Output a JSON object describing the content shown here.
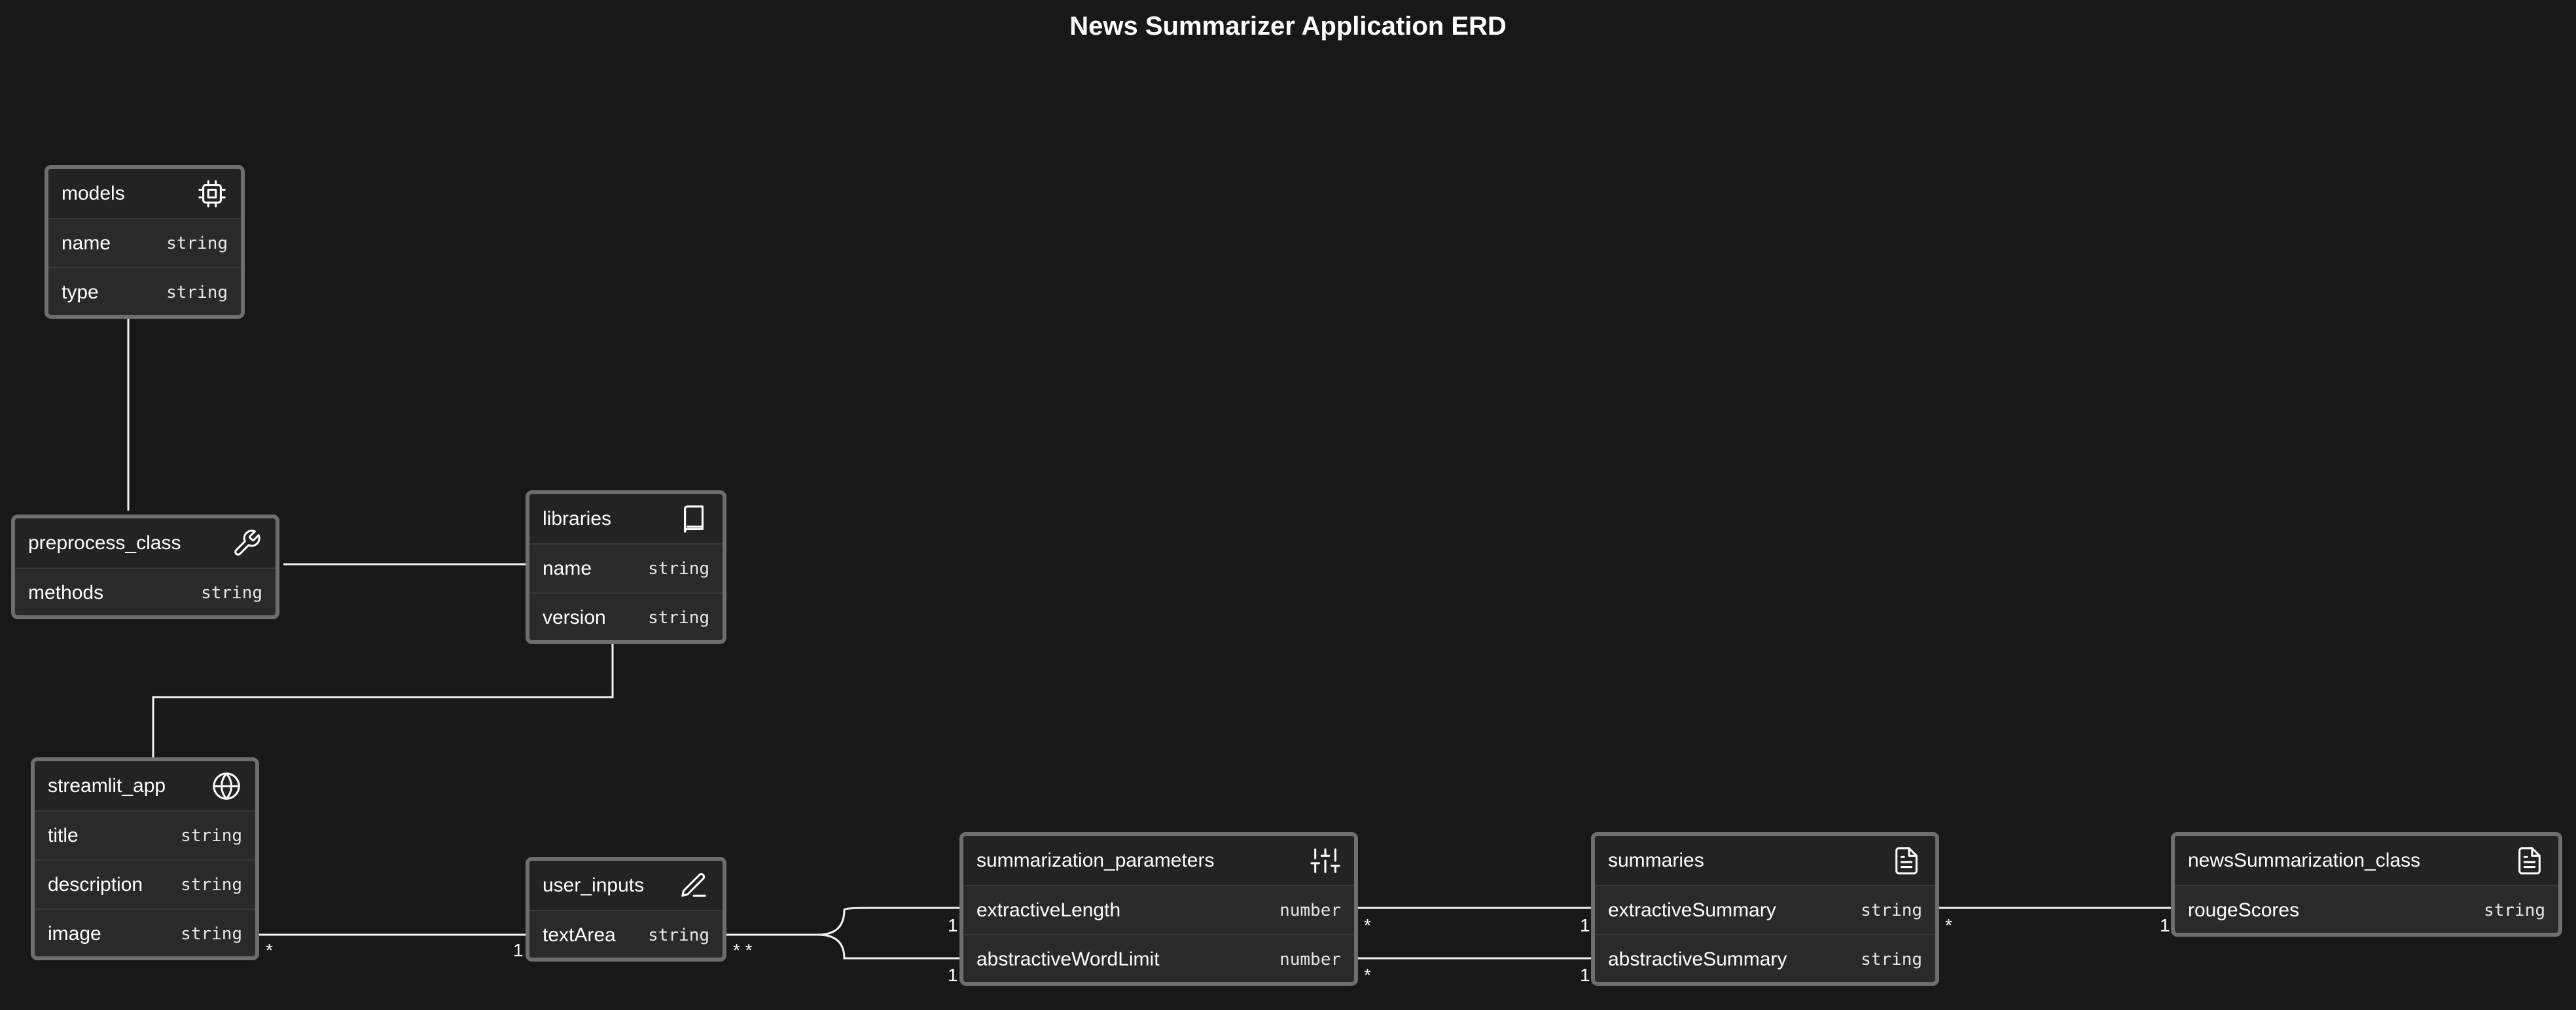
{
  "title": "News Summarizer Application ERD",
  "entities": [
    {
      "id": "models",
      "name": "models",
      "icon": "cpu-icon",
      "fields": [
        {
          "name": "name",
          "type": "string"
        },
        {
          "name": "type",
          "type": "string"
        }
      ]
    },
    {
      "id": "preprocess_class",
      "name": "preprocess_class",
      "icon": "wrench-icon",
      "fields": [
        {
          "name": "methods",
          "type": "string"
        }
      ]
    },
    {
      "id": "libraries",
      "name": "libraries",
      "icon": "book-icon",
      "fields": [
        {
          "name": "name",
          "type": "string"
        },
        {
          "name": "version",
          "type": "string"
        }
      ]
    },
    {
      "id": "streamlit_app",
      "name": "streamlit_app",
      "icon": "globe-icon",
      "fields": [
        {
          "name": "title",
          "type": "string"
        },
        {
          "name": "description",
          "type": "string"
        },
        {
          "name": "image",
          "type": "string"
        }
      ]
    },
    {
      "id": "user_inputs",
      "name": "user_inputs",
      "icon": "pencil-icon",
      "fields": [
        {
          "name": "textArea",
          "type": "string"
        }
      ]
    },
    {
      "id": "summarization_parameters",
      "name": "summarization_parameters",
      "icon": "sliders-icon",
      "fields": [
        {
          "name": "extractiveLength",
          "type": "number"
        },
        {
          "name": "abstractiveWordLimit",
          "type": "number"
        }
      ]
    },
    {
      "id": "summaries",
      "name": "summaries",
      "icon": "file-text-icon",
      "fields": [
        {
          "name": "extractiveSummary",
          "type": "string"
        },
        {
          "name": "abstractiveSummary",
          "type": "string"
        }
      ]
    },
    {
      "id": "newsSummarization_class",
      "name": "newsSummarization_class",
      "icon": "file-text-icon",
      "fields": [
        {
          "name": "rougeScores",
          "type": "string"
        }
      ]
    }
  ],
  "cardinalities": {
    "streamlit_user_from": "*",
    "streamlit_user_to": "1",
    "user_params_from": "* *",
    "params_extractive_to": "1",
    "params_abstractive_to": "1",
    "params_summ_extractive_from": "*",
    "params_summ_extractive_to": "1",
    "params_summ_abstractive_from": "*",
    "params_summ_abstractive_to": "1",
    "summ_news_from": "*",
    "summ_news_to": "1"
  }
}
